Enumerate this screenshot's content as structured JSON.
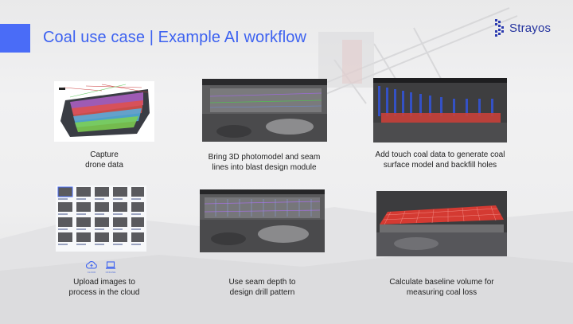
{
  "slide": {
    "title": "Coal use case | Example AI workflow",
    "accent_color": "#4a6cf7",
    "title_color": "#3d62f0"
  },
  "logo": {
    "text": "Strayos",
    "icon": "strayos-logo-icon",
    "color": "#23329e"
  },
  "steps": [
    {
      "id": "capture",
      "image": "drone-scan-image",
      "lines": [
        "Capture",
        "drone data"
      ]
    },
    {
      "id": "photomodel",
      "image": "3d-photomodel-seam-lines-image",
      "lines": [
        "Bring 3D photomodel and seam",
        "lines into blast design module"
      ]
    },
    {
      "id": "touch-coal",
      "image": "coal-surface-model-image",
      "lines": [
        "Add touch coal data to generate coal",
        "surface model and  backfill holes"
      ]
    },
    {
      "id": "upload",
      "image": "uploaded-image-grid",
      "lines": [
        "Upload images to",
        "process in the cloud"
      ]
    },
    {
      "id": "drill",
      "image": "drill-pattern-image",
      "lines": [
        "Use seam depth to",
        "design drill pattern"
      ]
    },
    {
      "id": "volume",
      "image": "baseline-volume-image",
      "lines": [
        "Calculate baseline volume for",
        "measuring coal loss"
      ]
    }
  ],
  "upload_icons": [
    {
      "name": "cloud-upload-icon",
      "label": "CLOUD"
    },
    {
      "name": "laptop-icon",
      "label": "OFFLINE"
    }
  ]
}
